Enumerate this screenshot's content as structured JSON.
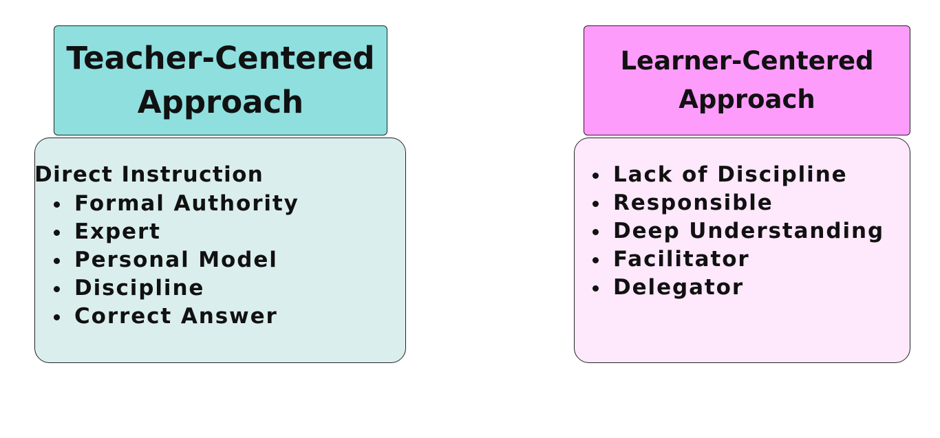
{
  "teacher": {
    "title": "Teacher-Centered\nApproach",
    "heading": "Direct Instruction",
    "items": [
      "Formal Authority",
      "Expert",
      "Personal Model",
      "Discipline",
      "Correct Answer"
    ],
    "header_color": "#8fdfdf",
    "body_color": "#dbeeee"
  },
  "learner": {
    "title": "Learner-Centered\nApproach",
    "items": [
      "Lack of Discipline",
      "Responsible",
      "Deep Understanding",
      "Facilitator",
      "Delegator"
    ],
    "header_color": "#fe9cfc",
    "body_color": "#fde8fc"
  }
}
